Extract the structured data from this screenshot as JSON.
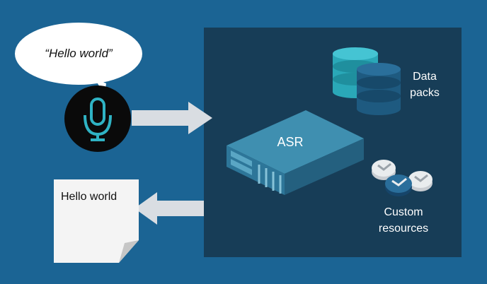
{
  "speech": {
    "quote": "“Hello world”"
  },
  "document": {
    "text": "Hello world"
  },
  "asr": {
    "label": "ASR"
  },
  "data_packs": {
    "line1": "Data",
    "line2": "packs"
  },
  "custom_resources": {
    "line1": "Custom",
    "line2": "resources"
  },
  "icons": {
    "microphone": "microphone-icon",
    "database": "database-icon",
    "server": "server-icon",
    "resources": "custom-resources-icon",
    "document": "document-icon",
    "arrow_in": "arrow-right-icon",
    "arrow_out": "arrow-left-icon"
  },
  "colors": {
    "background": "#1b6494",
    "panel": "#173d57",
    "accent_teal": "#2fb3c4",
    "dark_blue": "#1e5a80"
  }
}
